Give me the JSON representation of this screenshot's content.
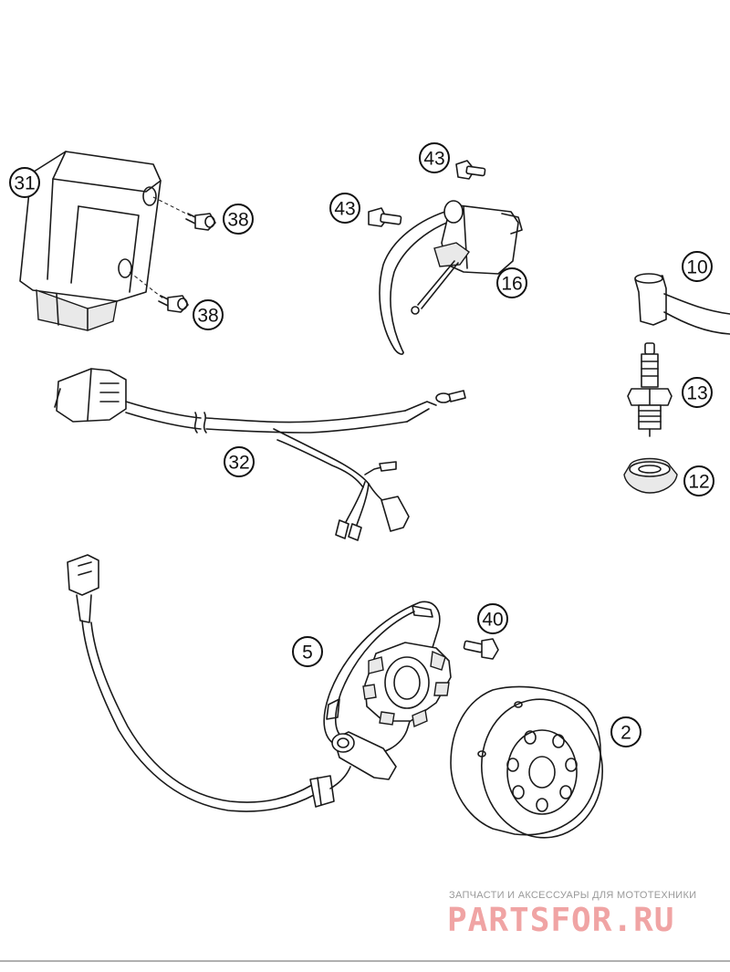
{
  "callouts": {
    "c31": "31",
    "c38a": "38",
    "c38b": "38",
    "c43a": "43",
    "c43b": "43",
    "c16": "16",
    "c10": "10",
    "c13": "13",
    "c12": "12",
    "c32": "32",
    "c40": "40",
    "c5": "5",
    "c2": "2"
  },
  "watermark": {
    "tagline": "ЗАПЧАСТИ И АКСЕССУАРЫ ДЛЯ МОТОТЕХНИКИ",
    "brand": "PARTSFOR.RU",
    "color": "#f0a4a4"
  }
}
